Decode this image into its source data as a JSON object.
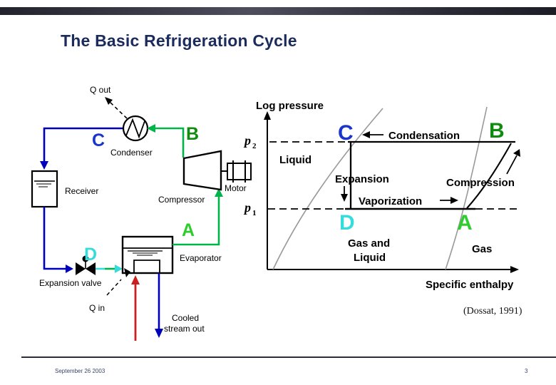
{
  "slide": {
    "title": "The Basic Refrigeration Cycle",
    "citation": "(Dossat, 1991)",
    "footer": {
      "date": "September 26 2003",
      "page_number": "3"
    }
  },
  "colors": {
    "title_navy": "#1b2b5e",
    "pipe_blue": "#0000bb",
    "pipe_green": "#00b44a",
    "state_cyan": "#35dcdc",
    "state_green_bright": "#2ecc2e",
    "state_green_dark": "#0f8c0f",
    "state_blue": "#1a35cc",
    "arrow_red": "#cc2020",
    "curve_gray": "#999999"
  },
  "flow_diagram": {
    "q_out": "Q out",
    "q_in": "Q in",
    "condenser": "Condenser",
    "receiver": "Receiver",
    "compressor": "Compressor",
    "motor": "Motor",
    "evaporator": "Evaporator",
    "expansion_valve": "Expansion valve",
    "cooled_stream_line1": "Cooled",
    "cooled_stream_line2": "stream out",
    "state_a": "A",
    "state_b": "B",
    "state_c": "C",
    "state_d": "D"
  },
  "ph_chart": {
    "ylabel": "Log pressure",
    "xlabel": "Specific enthalpy",
    "p2_base": "p",
    "p2_sub": "2",
    "p1_base": "p",
    "p1_sub": "1",
    "point_a": "A",
    "point_b": "B",
    "point_c": "C",
    "point_d": "D",
    "process_condensation": "Condensation",
    "process_expansion": "Expansion",
    "process_vaporization": "Vaporization",
    "process_compression": "Compression",
    "region_liquid": "Liquid",
    "region_gas_and": "Gas and",
    "region_gas_and_liquid2": "Liquid",
    "region_gas": "Gas"
  }
}
